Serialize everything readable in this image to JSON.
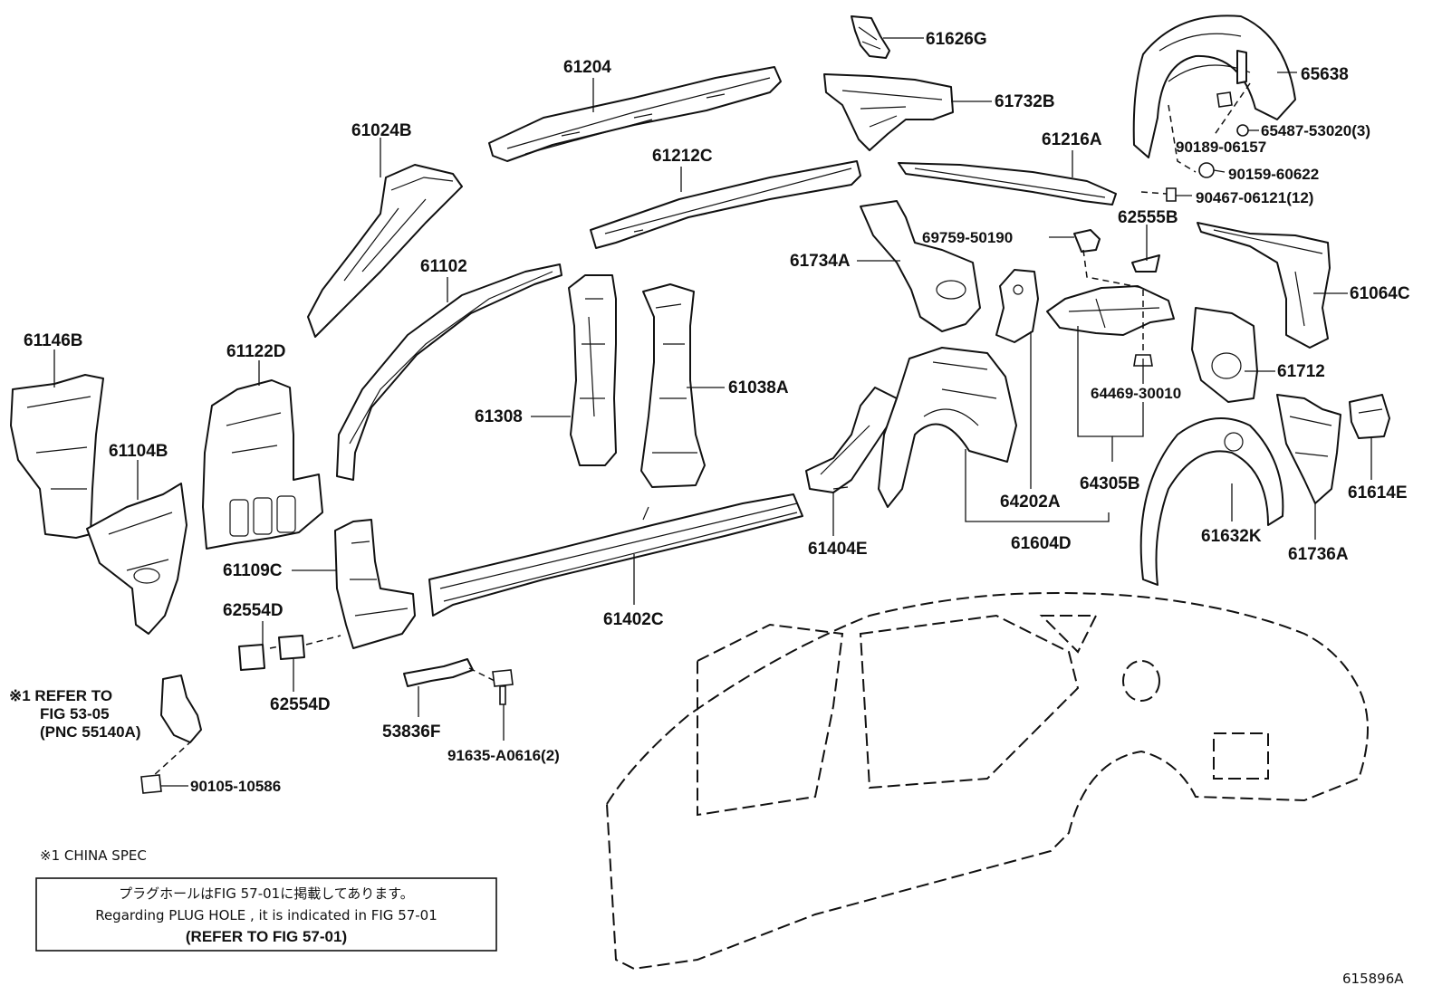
{
  "labels": {
    "p61626G": "61626G",
    "p61204": "61204",
    "p61732B": "61732B",
    "p65638": "65638",
    "p61024B": "61024B",
    "p61212C": "61212C",
    "p61216A": "61216A",
    "p65487": "65487-53020(3)",
    "p90189": "90189-06157",
    "p90159": "90159-60622",
    "p90467": "90467-06121(12)",
    "p62555B": "62555B",
    "p69759": "69759-50190",
    "p61734A": "61734A",
    "p61102": "61102",
    "p61064C": "61064C",
    "p61146B": "61146B",
    "p61122D": "61122D",
    "p61712": "61712",
    "p61038A": "61038A",
    "p64469": "64469-30010",
    "p61308": "61308",
    "p61104B": "61104B",
    "p64305B": "64305B",
    "p61614E": "61614E",
    "p64202A": "64202A",
    "p61109C": "61109C",
    "p61404E": "61404E",
    "p61604D": "61604D",
    "p61632K": "61632K",
    "p61736A": "61736A",
    "p62554D_a": "62554D",
    "p61402C": "61402C",
    "p62554D_b": "62554D",
    "p53836F": "53836F",
    "p91635": "91635-A0616(2)",
    "p90105": "90105-10586"
  },
  "refer_note": {
    "line1": "※1 REFER TO",
    "line2": "FIG 53-05",
    "line3": "(PNC 55140A)"
  },
  "china_spec": "※1 CHINA SPEC",
  "plug_hole_box": {
    "line_jp": "プラグホールはFIG 57-01に掲載してあります。",
    "line_en": "Regarding PLUG HOLE , it is indicated in FIG 57-01",
    "line_ref": "(REFER TO FIG 57-01)"
  },
  "figure_code": "615896A"
}
